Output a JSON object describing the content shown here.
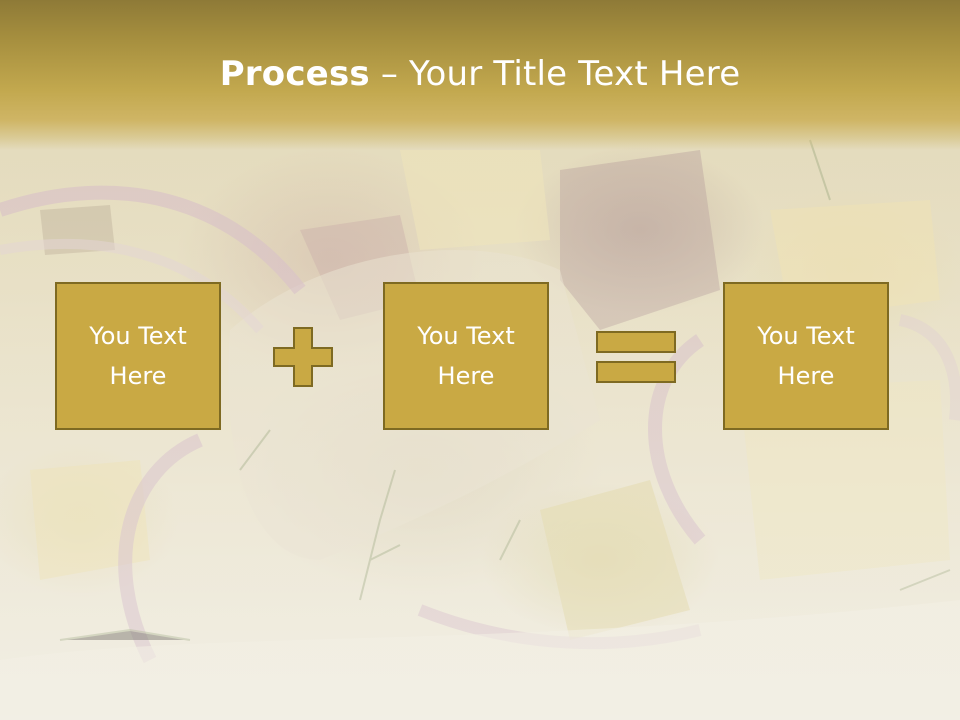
{
  "title": {
    "bold": "Process",
    "rest": " – Your Title Text Here"
  },
  "boxes": [
    {
      "label": "You Text\nHere"
    },
    {
      "label": "You Text\nHere"
    },
    {
      "label": "You Text\nHere"
    }
  ],
  "operators": [
    "plus-icon",
    "equals-icon"
  ],
  "colors": {
    "banner": "#b29a45",
    "box_fill": "#c9a944",
    "box_border": "#7e6a22",
    "text": "#ffffff"
  }
}
